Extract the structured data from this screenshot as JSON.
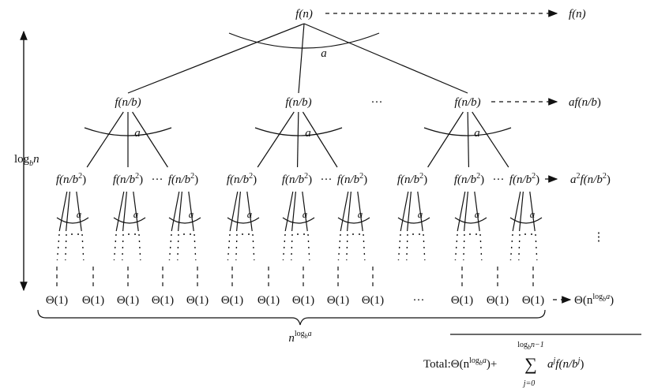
{
  "root": {
    "label": "f(n)"
  },
  "right_labels": {
    "level0": "f(n)",
    "level1": {
      "main": "af(n/b",
      "close": ")"
    },
    "level2": {
      "pre": "a",
      "sup1": "2",
      "mid": "f(n/b",
      "sup2": "2",
      "close": ")"
    },
    "leaves": {
      "pre": "Θ(n",
      "sup": "log",
      "sub": "b",
      "supa": "a",
      "close": ")"
    },
    "vdots": "⋮"
  },
  "level1": {
    "node_label": "f(n/b)",
    "ellipsis": "···"
  },
  "level2": {
    "node_label": "f(n/b",
    "sup": "2",
    "close": ")",
    "ellipsis": "···"
  },
  "branch_label": "a",
  "leaf_label": "Θ(1)",
  "leaf_ellipsis": "···",
  "height_label": {
    "pre": "log",
    "sub": "b",
    "post": "n"
  },
  "width_label": {
    "base": "n",
    "sup": "log",
    "sub": "b",
    "supa": "a"
  },
  "total": {
    "prefix": "Total:Θ(n",
    "sup": "log",
    "sub": "b",
    "supa": "a",
    "mid": ")+",
    "sigma": "∑",
    "upper": "log",
    "upper_sub": "b",
    "upper_post": "n−1",
    "lower": "j=0",
    "term_a": "a",
    "term_j": "j",
    "term_f": "f(n/b",
    "term_j2": "j",
    "term_close": ")"
  }
}
